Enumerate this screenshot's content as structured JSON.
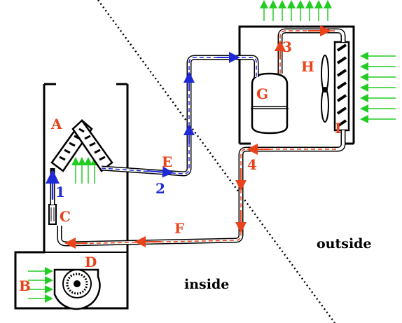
{
  "labels": {
    "A": "A",
    "B": "B",
    "C": "C",
    "D": "D",
    "E": "E",
    "F": "F",
    "G": "G",
    "H": "H",
    "I": "I",
    "n1": "1",
    "n2": "2",
    "n3": "3",
    "n4": "4",
    "inside": "inside",
    "outside": "outside"
  },
  "colors": {
    "cold_refrigerant": "#1f2ad6",
    "hot_refrigerant": "#e8431a",
    "airflow": "#22cc22",
    "structure": "#000000",
    "background": "#ffffff"
  },
  "icons": {
    "evaporator": "a-frame-coil-icon",
    "blower": "squirrel-cage-fan-icon",
    "compressor": "compressor-icon",
    "fan": "propeller-fan-icon",
    "condenser": "condenser-coil-icon",
    "expansion": "expansion-device-icon"
  }
}
